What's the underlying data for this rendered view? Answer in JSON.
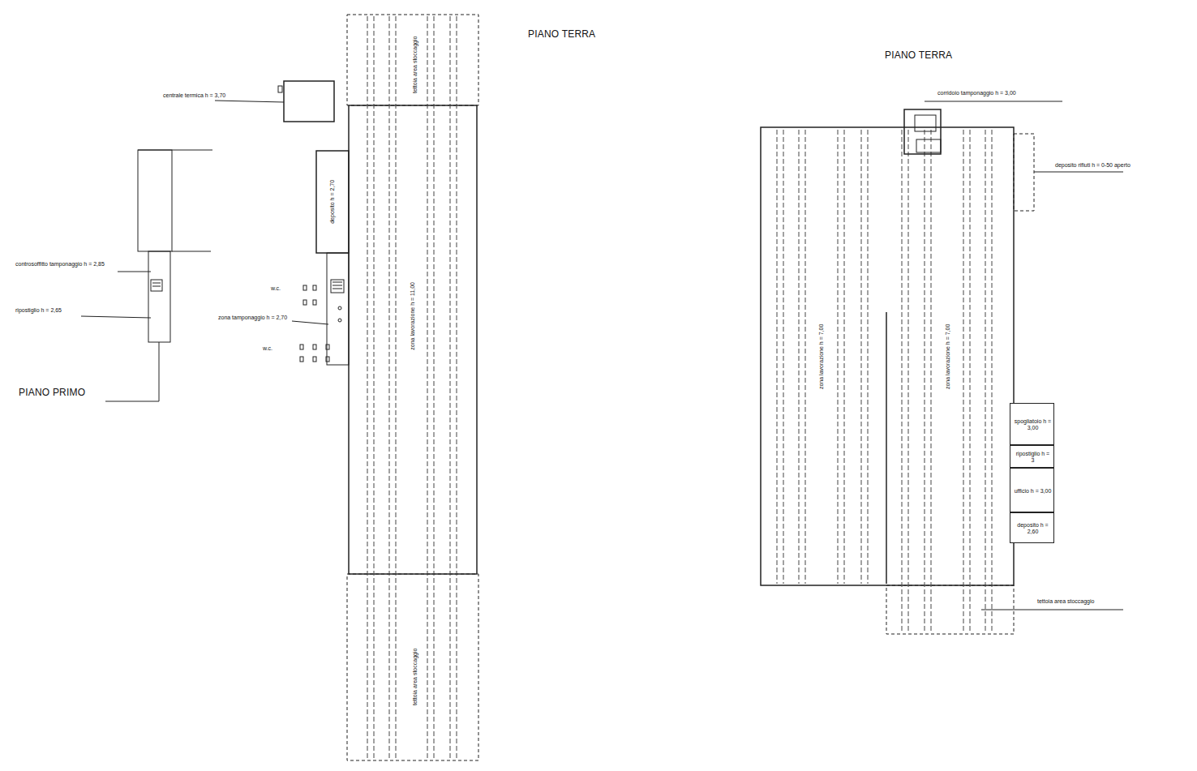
{
  "diagram": {
    "nodes": [
      {
        "text": [
          "tettoia area stoccaggio"
        ]
      },
      {
        "text": [
          "zona lavorazione h = 11,00"
        ]
      },
      {
        "text": [
          "tettoia area stoccaggio"
        ]
      },
      {
        "text": [
          "deposito h = 2,70"
        ]
      },
      {
        "text": [
          "zona lavorazione h = 7,00",
          "zona lavorazione h = 7,00"
        ]
      },
      {
        "text": [
          "spogliatoio h = 3,00"
        ]
      },
      {
        "text": [
          "ripostiglio h = 3"
        ]
      },
      {
        "text": [
          "ufficio h = 3,00"
        ]
      },
      {
        "text": [
          "deposito h = 2,60"
        ]
      }
    ],
    "labels": [
      "PIANO TERRA",
      "PIANO PRIMO",
      "centrale termica h = 3,70",
      "controsoffitto tamponaggio h = 2,85",
      "ripostiglio h = 2,65",
      "w.c.",
      "zona tamponaggio h = 2,70",
      "w.c.",
      "PIANO TERRA",
      "corridoio tamponaggio h = 3,00",
      "deposito rifiuti h = 0-50 aperto",
      "tettoia area stoccaggio"
    ]
  }
}
